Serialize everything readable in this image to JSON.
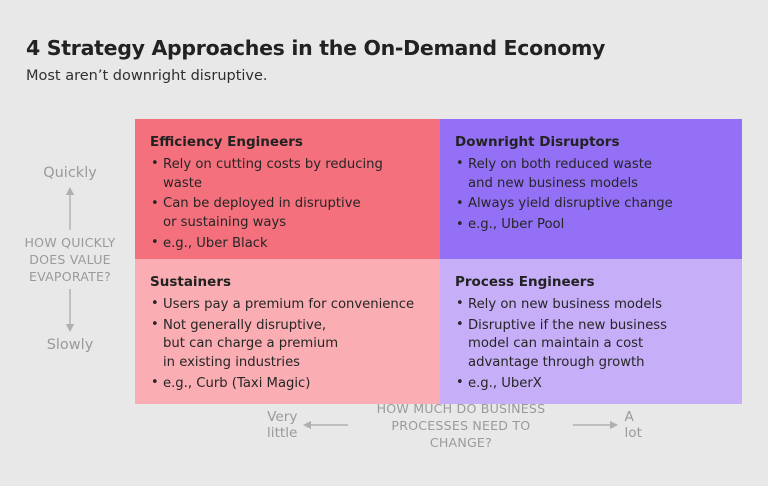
{
  "header": {
    "title": "4 Strategy Approaches in the On-Demand Economy",
    "subtitle": "Most aren’t downright disruptive."
  },
  "colors": {
    "background": "#e8e8e8",
    "quadrant_top_left": "#f4707c",
    "quadrant_top_right": "#9370f5",
    "quadrant_bottom_left": "#faaeb3",
    "quadrant_bottom_right": "#c6aef8",
    "axis_text": "#9a9a9a",
    "body_text": "#262626"
  },
  "matrix": {
    "quadrants": [
      {
        "position": "top-left",
        "title": "Efficiency Engineers",
        "bullets": [
          "Rely on cutting costs by reducing waste",
          "Can be deployed in disruptive\nor sustaining ways",
          "e.g., Uber Black"
        ]
      },
      {
        "position": "top-right",
        "title": "Downright Disruptors",
        "bullets": [
          "Rely on both reduced waste\nand new business models",
          "Always yield disruptive change",
          "e.g., Uber Pool"
        ]
      },
      {
        "position": "bottom-left",
        "title": "Sustainers",
        "bullets": [
          "Users pay a premium for convenience",
          "Not generally disruptive,\nbut can charge a premium\nin existing industries",
          "e.g., Curb (Taxi Magic)"
        ]
      },
      {
        "position": "bottom-right",
        "title": "Process Engineers",
        "bullets": [
          "Rely on new business models",
          "Disruptive if the new business\nmodel can maintain a cost\nadvantage through growth",
          "e.g., UberX"
        ]
      }
    ]
  },
  "y_axis": {
    "high_label": "Quickly",
    "low_label": "Slowly",
    "axis_label": "HOW QUICKLY\nDOES VALUE\nEVAPORATE?"
  },
  "x_axis": {
    "left_label": "Very\nlittle",
    "right_label": "A\nlot",
    "axis_label": "HOW MUCH DO BUSINESS\nPROCESSES NEED TO CHANGE?"
  }
}
